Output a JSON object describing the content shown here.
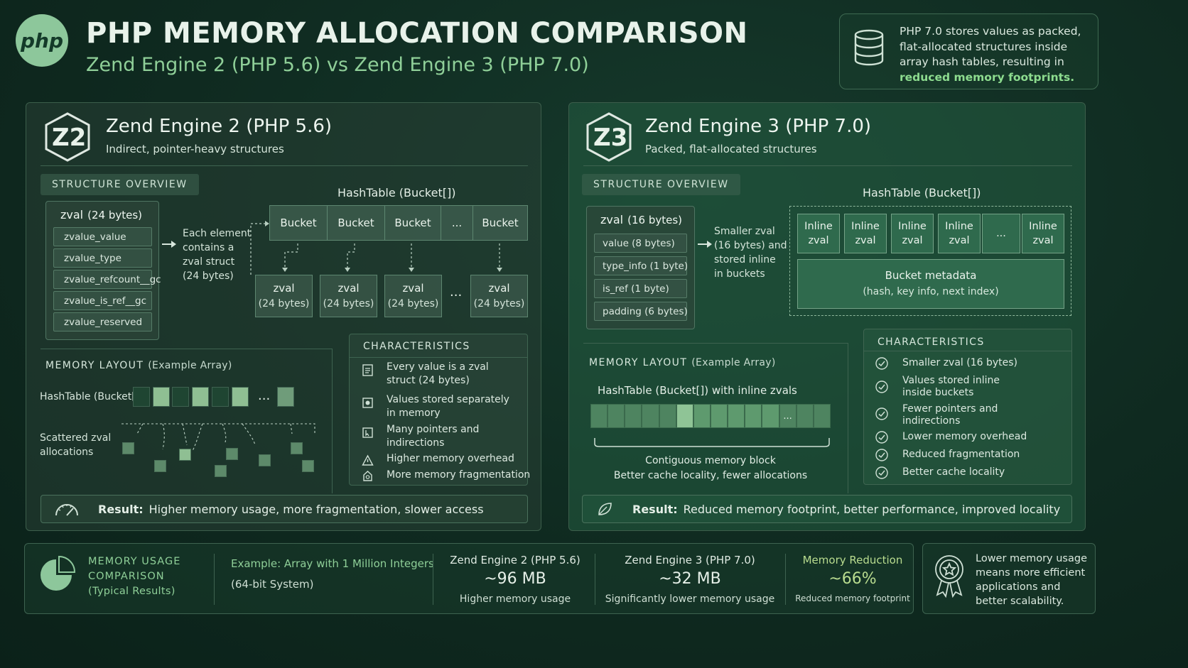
{
  "header": {
    "logo_text": "php",
    "title": "PHP MEMORY ALLOCATION COMPARISON",
    "subtitle": "Zend Engine 2 (PHP 5.6) vs Zend Engine 3 (PHP 7.0)",
    "note_text": "PHP 7.0 stores values as packed, flat-allocated structures inside array hash tables, resulting in",
    "note_highlight": "reduced memory footprints.",
    "note_icon": "database-icon"
  },
  "left": {
    "badge": "Z2",
    "title": "Zend Engine 2 (PHP 5.6)",
    "subtitle": "Indirect, pointer-heavy structures",
    "structure_tab": "STRUCTURE OVERVIEW",
    "zval_title": "zval",
    "zval_size": "(24 bytes)",
    "fields": [
      "zvalue_value",
      "zvalue_type",
      "zvalue_refcount__gc",
      "zvalue_is_ref__gc",
      "zvalue_reserved"
    ],
    "arrow_text": [
      "Each element",
      "contains a",
      "zval struct",
      "(24 bytes)"
    ],
    "hashtable_label": "HashTable (Bucket[])",
    "buckets": [
      "Bucket",
      "Bucket",
      "Bucket",
      "...",
      "Bucket"
    ],
    "zval_cards": [
      {
        "name": "zval",
        "size": "(24 bytes)"
      },
      {
        "name": "zval",
        "size": "(24 bytes)"
      },
      {
        "name": "zval",
        "size": "(24 bytes)"
      },
      {
        "name": "zval",
        "size": "(24 bytes)"
      }
    ],
    "zval_ellipsis": "...",
    "memory_layout_label": "MEMORY LAYOUT",
    "memory_layout_sub": "(Example Array)",
    "mem_hashtable_label": "HashTable (Bucket[])",
    "mem_ellipsis": "...",
    "scattered_label": [
      "Scattered zval",
      "allocations"
    ],
    "characteristics_label": "CHARACTERISTICS",
    "characteristics": [
      {
        "icon": "document-icon",
        "text": [
          "Every value is a zval",
          "struct (24 bytes)"
        ]
      },
      {
        "icon": "puzzle-icon",
        "text": [
          "Values stored separately",
          "in memory"
        ]
      },
      {
        "icon": "pointer-icon",
        "text": [
          "Many pointers and",
          "indirections"
        ]
      },
      {
        "icon": "warning-icon",
        "text": [
          "Higher memory overhead"
        ]
      },
      {
        "icon": "fragment-icon",
        "text": [
          "More memory fragmentation"
        ]
      }
    ],
    "result_label": "Result:",
    "result_text": "Higher memory usage, more fragmentation, slower access",
    "result_icon": "speedometer-icon"
  },
  "right": {
    "badge": "Z3",
    "title": "Zend Engine 3 (PHP 7.0)",
    "subtitle": "Packed, flat-allocated structures",
    "structure_tab": "STRUCTURE OVERVIEW",
    "zval_title": "zval",
    "zval_size": "(16 bytes)",
    "fields": [
      "value (8 bytes)",
      "type_info (1 byte)",
      "is_ref (1 byte)",
      "padding (6 bytes)"
    ],
    "arrow_text": [
      "Smaller zval",
      "(16 bytes) and",
      "stored inline",
      "in buckets"
    ],
    "hashtable_label": "HashTable (Bucket[])",
    "inline_cells": [
      "Inline zval",
      "Inline zval",
      "Inline zval",
      "Inline zval",
      "...",
      "Inline zval"
    ],
    "bucket_meta_title": "Bucket metadata",
    "bucket_meta_sub": "(hash, key info, next index)",
    "memory_layout_label": "MEMORY LAYOUT",
    "memory_layout_sub": "(Example Array)",
    "mem_hashtable_label": "HashTable (Bucket[]) with inline zvals",
    "mem_ellipsis": "...",
    "contiguous_label": "Contiguous memory block",
    "contiguous_sub": "Better cache locality, fewer allocations",
    "characteristics_label": "CHARACTERISTICS",
    "characteristics": [
      {
        "text": [
          "Smaller zval (16 bytes)"
        ]
      },
      {
        "text": [
          "Values stored inline",
          "inside buckets"
        ]
      },
      {
        "text": [
          "Fewer pointers and",
          "indirections"
        ]
      },
      {
        "text": [
          "Lower memory overhead"
        ]
      },
      {
        "text": [
          "Reduced fragmentation"
        ]
      },
      {
        "text": [
          "Better cache locality"
        ]
      }
    ],
    "result_label": "Result:",
    "result_text": "Reduced memory footprint, better performance, improved locality",
    "result_icon": "leaf-icon"
  },
  "bottom": {
    "comparison_label": [
      "MEMORY USAGE",
      "COMPARISON",
      "(Typical Results)"
    ],
    "example_title": "Example: Array with 1 Million Integers",
    "example_sub": "(64-bit System)",
    "stats": [
      {
        "label": "Zend Engine 2 (PHP 5.6)",
        "value": "~96 MB",
        "sub": "Higher memory usage"
      },
      {
        "label": "Zend Engine 3 (PHP 7.0)",
        "value": "~32 MB",
        "sub": "Significantly lower memory usage"
      },
      {
        "label": "Memory Reduction",
        "value": "~66%",
        "sub": "Reduced memory footprint"
      }
    ],
    "award_text": [
      "Lower memory usage",
      "means more efficient",
      "applications and",
      "better scalability."
    ],
    "pie_icon": "pie-chart-icon",
    "award_icon": "award-ribbon-icon"
  },
  "colors": {
    "background": "#0f2a20",
    "accent_green": "#8ddc8f",
    "subtitle_green": "#8fcf98",
    "panel_left": "#28403a",
    "panel_right": "#245c42"
  }
}
